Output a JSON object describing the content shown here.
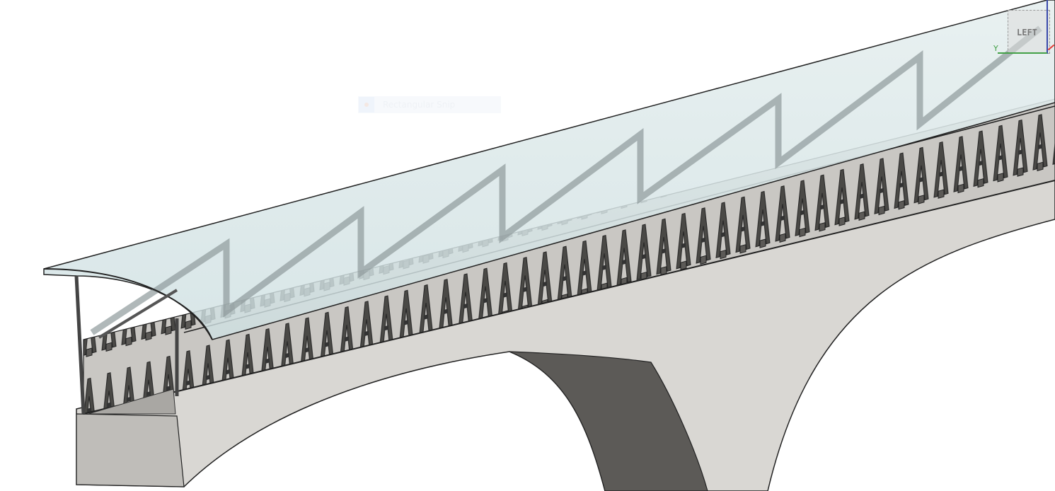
{
  "tooltip": {
    "label": "Rectangular Snip",
    "icon": "snip-icon"
  },
  "view_cube": {
    "face_label": "LEFT"
  },
  "axes": {
    "y_label": "Y",
    "colors": {
      "x": "#e53935",
      "y": "#43a047",
      "z": "#3949ab"
    }
  },
  "colors": {
    "concrete": "#d9d7d3",
    "concrete_dark": "#5c5a57",
    "glass": "#dce9ea",
    "railing": "#4a4946",
    "background": "#ffffff"
  }
}
